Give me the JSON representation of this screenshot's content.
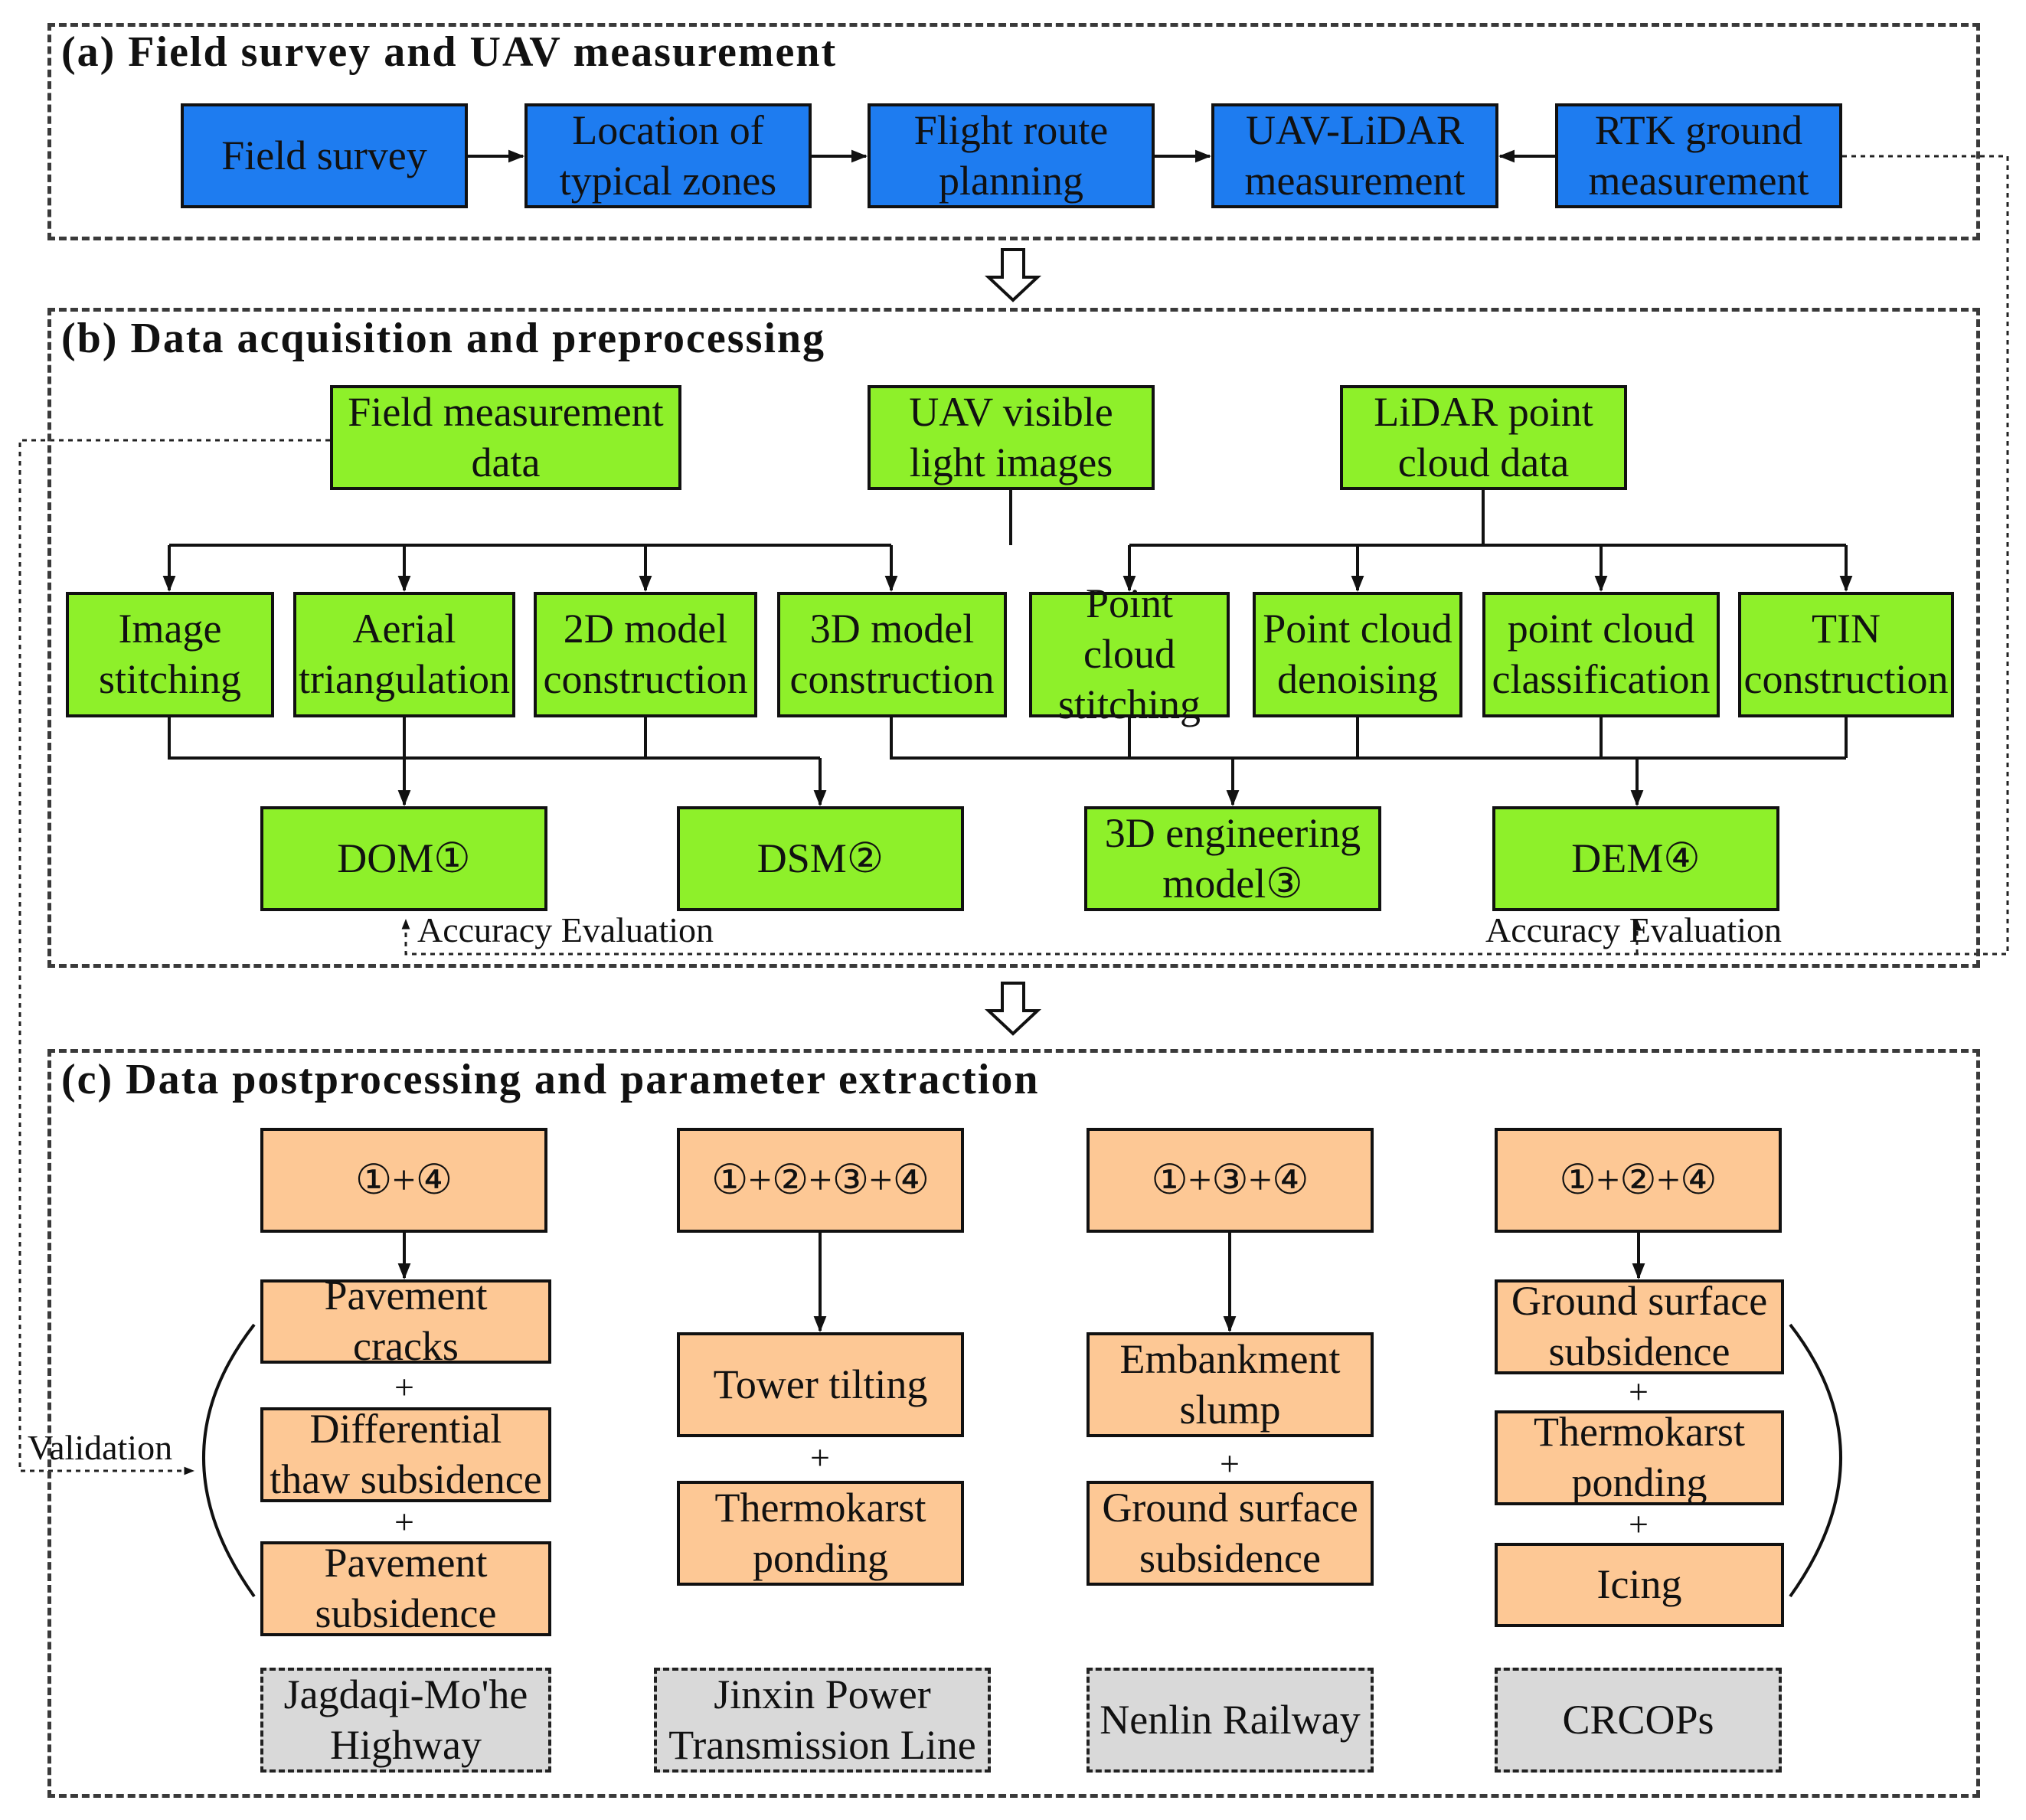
{
  "sections": {
    "a": "(a) Field survey and UAV measurement",
    "b": "(b) Data acquisition and preprocessing",
    "c": "(c) Data postprocessing and parameter extraction"
  },
  "a_boxes": {
    "field_survey": "Field survey",
    "location": "Location of\ntypical zones",
    "flight": "Flight route\nplanning",
    "uav_lidar": "UAV-LiDAR\nmeasurement",
    "rtk": "RTK ground\nmeasurement"
  },
  "b_sources": {
    "field_data": "Field measurement\ndata",
    "uav_images": "UAV visible\nlight images",
    "lidar": "LiDAR point\ncloud data"
  },
  "b_steps": {
    "image_stitching": "Image\nstitching",
    "aerial": "Aerial\ntriangulation",
    "model2d": "2D model\nconstruction",
    "model3d": "3D model\nconstruction",
    "pc_stitching": "Point cloud\nstitching",
    "pc_denoising": "Point cloud\ndenoising",
    "pc_class": "point cloud\nclassification",
    "tin": "TIN\nconstruction"
  },
  "b_products": {
    "dom": "DOM①",
    "dsm": "DSM②",
    "eng": "3D engineering\nmodel③",
    "dem": "DEM④"
  },
  "labels": {
    "accuracy_left": "Accuracy Evaluation",
    "accuracy_right": "Accuracy Evaluation",
    "validation": "Validation",
    "plus": "+"
  },
  "c_columns": [
    {
      "combo": "①+④",
      "items": [
        "Pavement cracks",
        "Differential\nthaw subsidence",
        "Pavement\nsubsidence"
      ],
      "site": "Jagdaqi-Mo'he\nHighway"
    },
    {
      "combo": "①+②+③+④",
      "items": [
        "Tower tilting",
        "Thermokarst\nponding"
      ],
      "site": "Jinxin Power\nTransmission Line"
    },
    {
      "combo": "①+③+④",
      "items": [
        "Embankment\nslump",
        "Ground surface\nsubsidence"
      ],
      "site": "Nenlin Railway"
    },
    {
      "combo": "①+②+④",
      "items": [
        "Ground surface\nsubsidence",
        "Thermokarst\nponding",
        "Icing"
      ],
      "site": "CRCOPs"
    }
  ],
  "colors": {
    "blue": "#1e7cf0",
    "green": "#8ef02a",
    "orange": "#fdc895",
    "gray": "#d9d9d9"
  }
}
